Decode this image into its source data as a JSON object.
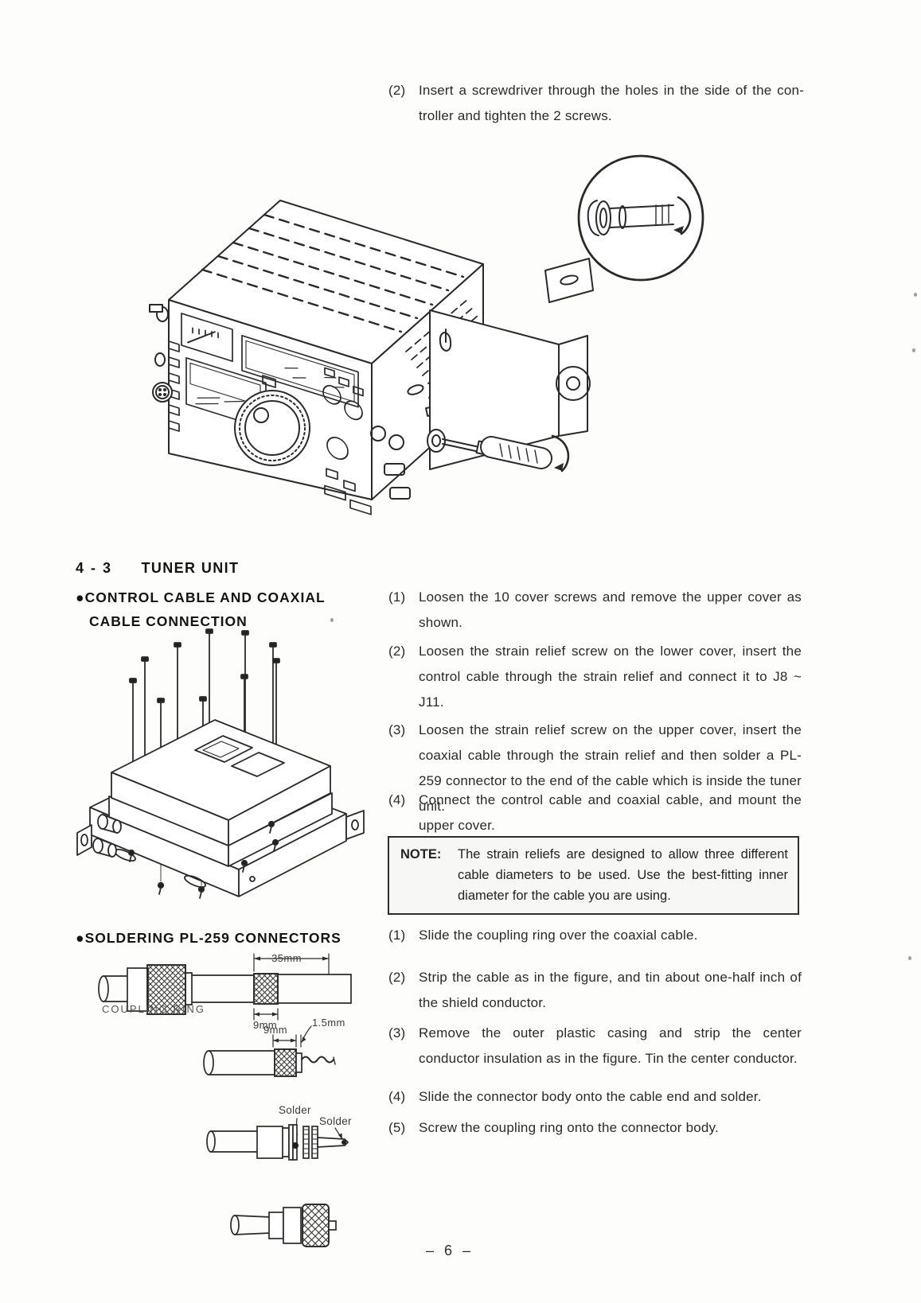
{
  "top_instruction": {
    "num": "(2)",
    "line1": "Insert a screwdriver through the holes in the side of the con-",
    "line2": "troller and tighten the 2 screws."
  },
  "tuner_section": {
    "heading_num": "4 - 3",
    "heading_title": "TUNER UNIT",
    "subheading1_bullet": "●",
    "subheading1_line1": "CONTROL CABLE AND COAXIAL",
    "subheading1_line2": "CABLE CONNECTION",
    "steps": [
      {
        "num": "(1)",
        "text": "Loosen the 10 cover screws and remove the upper cover as shown."
      },
      {
        "num": "(2)",
        "text": "Loosen the strain relief screw on the lower cover, insert the control cable through the strain relief and connect it to J8 ~ J11."
      },
      {
        "num": "(3)",
        "text": "Loosen the strain relief screw on the upper cover, insert the coaxial cable through the strain relief and then solder a PL-259 connector to the end of the cable which is inside the tuner unit."
      },
      {
        "num": "(4)",
        "text": "Connect the control cable and coaxial cable, and mount the upper cover."
      }
    ],
    "note_label": "NOTE:",
    "note_text": "The strain reliefs are designed to allow three different cable diameters to be used.  Use the best-fitting inner diameter for the cable you are using."
  },
  "soldering_section": {
    "subheading_bullet": "●",
    "subheading_title": "SOLDERING PL-259 CONNECTORS",
    "steps": [
      {
        "num": "(1)",
        "text": "Slide the coupling ring over the coaxial cable."
      },
      {
        "num": "(2)",
        "text": "Strip the cable as in the figure, and tin about one-half inch of the shield conductor."
      },
      {
        "num": "(3)",
        "text": "Remove the outer plastic casing and strip the center conductor insulation as in the figure.  Tin the center conductor."
      },
      {
        "num": "(4)",
        "text": "Slide the connector body onto the cable end and solder."
      },
      {
        "num": "(5)",
        "text": "Screw the coupling ring onto the connector body."
      }
    ]
  },
  "figure_labels": {
    "coupling_ring": "COUPLING RING",
    "dim_35mm": "35mm",
    "dim_9mm_braid": "9mm",
    "dim_9mm_strip": "9mm",
    "dim_1_5mm": "1.5mm",
    "solder_top": "Solder",
    "solder_right": "Solder"
  },
  "page_footer": {
    "page_number": "– 6 –"
  }
}
